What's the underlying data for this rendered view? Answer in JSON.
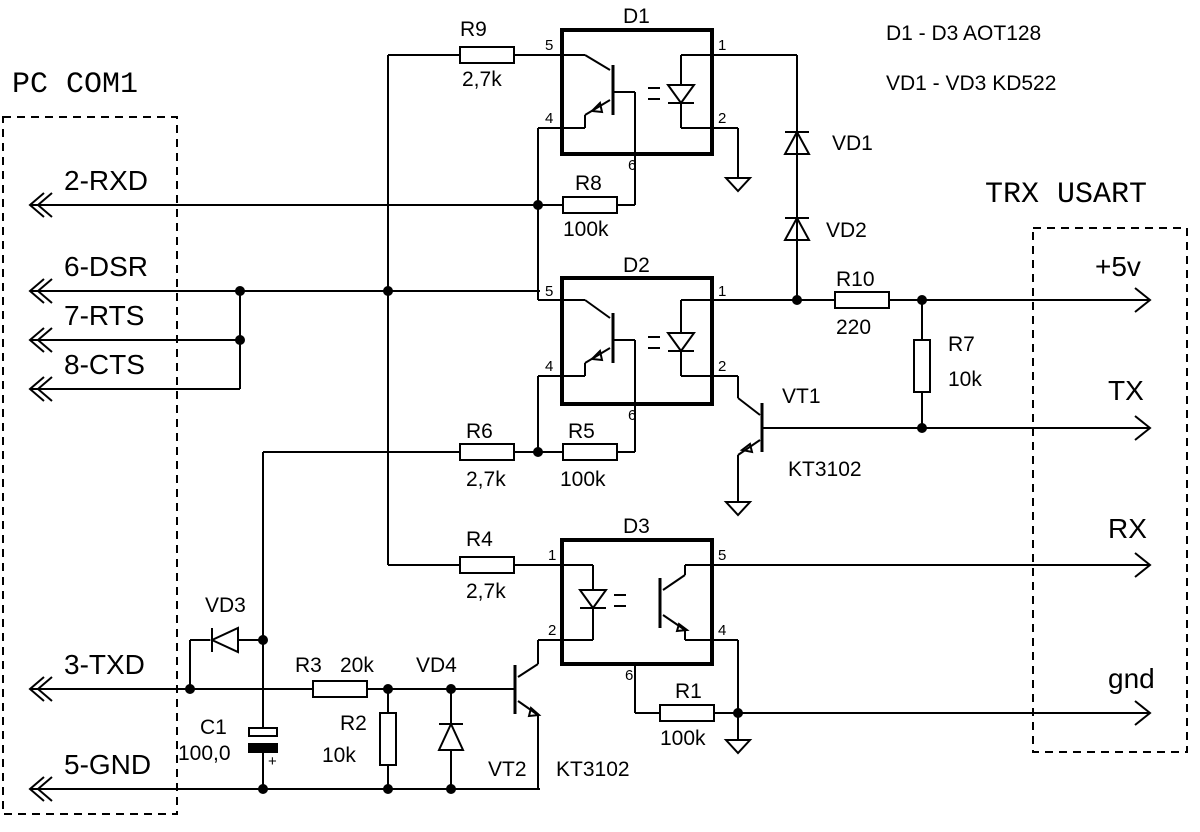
{
  "headers": {
    "pc": "PC  COM1",
    "trx": "TRX  USART",
    "note1": "D1 - D3  AOT128",
    "note2": "VD1 - VD3  KD522"
  },
  "pc_signals": {
    "rxd": "2-RXD",
    "dsr": "6-DSR",
    "rts": "7-RTS",
    "cts": "8-CTS",
    "txd": "3-TXD",
    "gnd": "5-GND"
  },
  "trx_signals": {
    "v5": "+5v",
    "tx": "TX",
    "rx": "RX",
    "gnd": "gnd"
  },
  "components": {
    "d1": "D1",
    "d2": "D2",
    "d3": "D3",
    "r9": "R9",
    "r9_val": "2,7k",
    "r8": "R8",
    "r8_val": "100k",
    "r10": "R10",
    "r10_val": "220",
    "r7": "R7",
    "r7_val": "10k",
    "r6": "R6",
    "r6_val": "2,7k",
    "r5": "R5",
    "r5_val": "100k",
    "r4": "R4",
    "r4_val": "2,7k",
    "r3": "R3",
    "r3_val": "20k",
    "r2": "R2",
    "r2_val": "10k",
    "r1": "R1",
    "r1_val": "100k",
    "vd1": "VD1",
    "vd2": "VD2",
    "vd3": "VD3",
    "vd4": "VD4",
    "vt1": "VT1",
    "vt1_type": "KT3102",
    "vt2": "VT2",
    "vt2_type": "KT3102",
    "c1": "C1",
    "c1_val": "100,0",
    "c1_plus": "+"
  },
  "pins": {
    "p1": "1",
    "p2": "2",
    "p4": "4",
    "p5": "5",
    "p6": "6"
  }
}
